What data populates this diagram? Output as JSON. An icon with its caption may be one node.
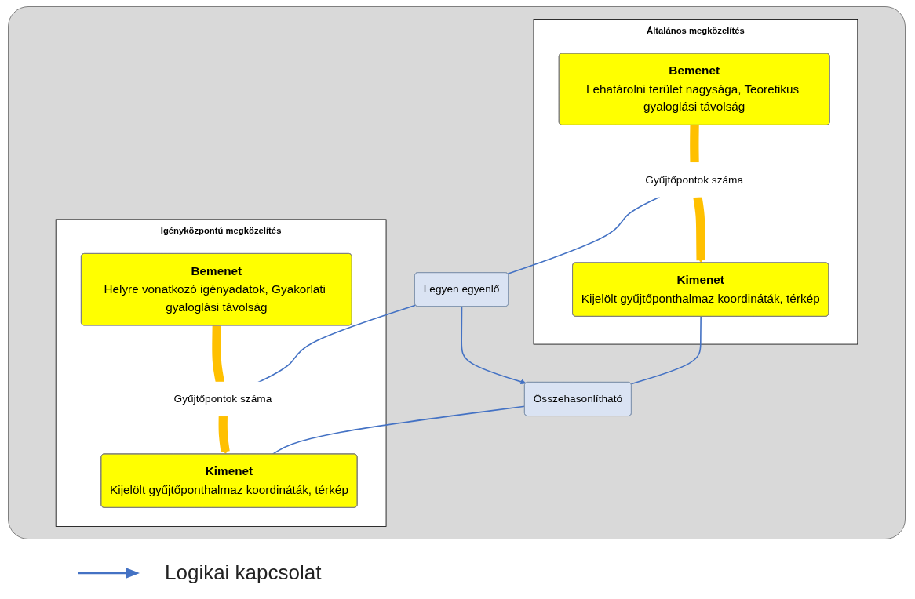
{
  "diagram": {
    "nodes": [
      {
        "text": [
          "Általános megközelítés"
        ]
      },
      {
        "text": [
          "Bemenet",
          "Lehatárolni terület nagysága, Teoretikus gyaloglási távolság"
        ],
        "in": 0
      },
      {
        "text": [
          "Gyűjtőpontok száma"
        ],
        "in": 0
      },
      {
        "text": [
          "Kimenet",
          "Kijelölt gyűjtőponthalmaz koordináták, térkép"
        ],
        "in": 0
      },
      {
        "text": [
          "Legyen egyenlő"
        ]
      },
      {
        "text": [
          "Összehasonlítható"
        ]
      },
      {
        "text": [
          "Igényközpontú megközelítés"
        ]
      },
      {
        "text": [
          "Bemenet",
          "Helyre vonatkozó igényadatok, Gyakorlati gyaloglási távolság"
        ],
        "in": 6
      },
      {
        "text": [
          "Gyűjtőpontok száma"
        ],
        "in": 6
      },
      {
        "text": [
          "Kimenet",
          "Kijelölt gyűjtőponthalmaz koordináták, térkép"
        ],
        "in": 6
      }
    ],
    "edges": [
      {
        "from": 1,
        "to": 2,
        "arrow": "none",
        "style": "thick",
        "color": "#ffc000"
      },
      {
        "from": 2,
        "to": 3,
        "arrow": "to",
        "style": "thick",
        "color": "#ffc000"
      },
      {
        "from": 7,
        "to": 8,
        "arrow": "none",
        "style": "thick",
        "color": "#ffc000"
      },
      {
        "from": 8,
        "to": 9,
        "arrow": "to",
        "style": "thick",
        "color": "#ffc000"
      },
      {
        "from": 2,
        "to": 4,
        "arrow": "none"
      },
      {
        "from": 4,
        "to": 8,
        "arrow": "none"
      },
      {
        "from": 4,
        "to": 5,
        "arrow": "to"
      },
      {
        "from": 3,
        "to": 5,
        "arrow": "none"
      },
      {
        "from": 5,
        "to": 9,
        "arrow": "none"
      }
    ],
    "legend": [
      {
        "text": "Logikai kapcsolat"
      }
    ]
  }
}
